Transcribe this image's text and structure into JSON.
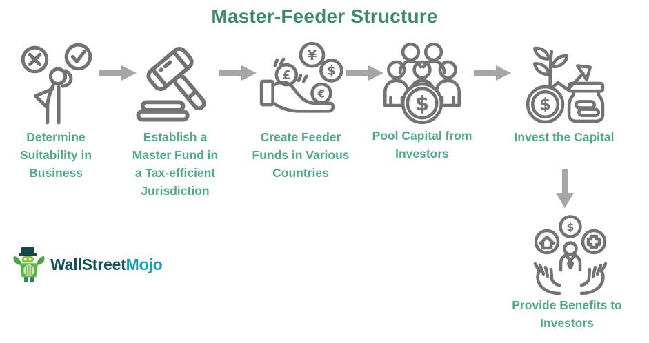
{
  "title": "Master-Feeder Structure",
  "steps": [
    {
      "label": "Determine Suitability in Business",
      "icon": "confused-person-check-cross-icon"
    },
    {
      "label": "Establish a Master Fund in a Tax-efficient Jurisdiction",
      "icon": "gavel-icon"
    },
    {
      "label": "Create Feeder Funds in Various Countries",
      "icon": "hand-currencies-icon"
    },
    {
      "label": "Pool Capital from Investors",
      "icon": "investor-group-coin-icon"
    },
    {
      "label": "Invest the Capital",
      "icon": "plant-growth-coin-jar-icon"
    },
    {
      "label": "Provide Benefits to Investors",
      "icon": "hands-offering-benefits-icon"
    }
  ],
  "glyphs": {
    "dollar": "$",
    "yen": "¥",
    "pound": "£",
    "euro": "€"
  },
  "logo": {
    "brand_primary": "WallStreet",
    "brand_accent": "Mojo"
  },
  "colors": {
    "title": "#3D8975",
    "label": "#4FA98D",
    "icon_stroke": "#737373",
    "arrow": "#A6A6A6",
    "logo_primary": "#14515B",
    "logo_accent": "#15A2B0"
  }
}
